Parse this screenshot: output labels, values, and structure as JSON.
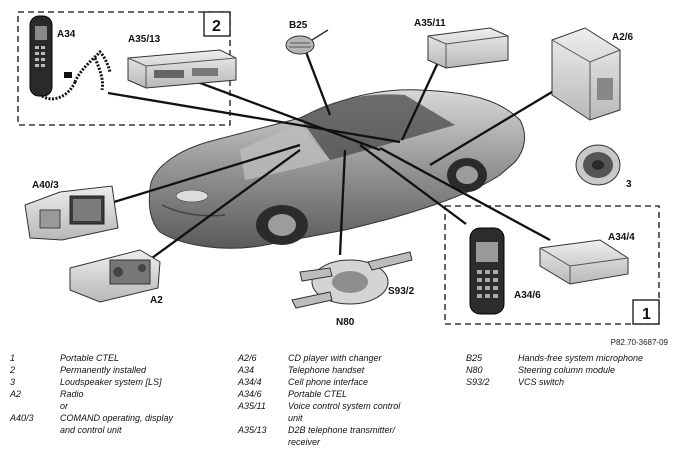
{
  "callouts": {
    "a34": "A34",
    "a35_13": "A35/13",
    "b25": "B25",
    "a35_11": "A35/11",
    "a2_6": "A2/6",
    "a40_3": "A40/3",
    "three": "3",
    "a2": "A2",
    "n80": "N80",
    "s93_2": "S93/2",
    "a34_6": "A34/6",
    "a34_4": "A34/4",
    "box_1": "1",
    "box_2": "2"
  },
  "reference": "P82.70-3687-09",
  "legend": {
    "col1": [
      {
        "code": "1",
        "desc": "Portable CTEL"
      },
      {
        "code": "2",
        "desc": "Permanently installed"
      },
      {
        "code": "3",
        "desc": "Loudspeaker system [LS]"
      },
      {
        "code": "A2",
        "desc": "Radio"
      },
      {
        "code": "",
        "desc": "or"
      },
      {
        "code": "A40/3",
        "desc": "COMAND operating, display"
      },
      {
        "code": "",
        "desc": "and control unit"
      }
    ],
    "col2": [
      {
        "code": "A2/6",
        "desc": "CD player with changer"
      },
      {
        "code": "A34",
        "desc": "Telephone handset"
      },
      {
        "code": "A34/4",
        "desc": "Cell phone interface"
      },
      {
        "code": "A34/6",
        "desc": "Portable CTEL"
      },
      {
        "code": "A35/11",
        "desc": "Voice control system control"
      },
      {
        "code": "",
        "desc": "unit"
      },
      {
        "code": "A35/13",
        "desc": "D2B telephone transmitter/"
      },
      {
        "code": "",
        "desc": "receiver"
      }
    ],
    "col3": [
      {
        "code": "B25",
        "desc": "Hands-free system microphone"
      },
      {
        "code": "N80",
        "desc": "Steering column module"
      },
      {
        "code": "S93/2",
        "desc": "VCS switch"
      }
    ]
  }
}
